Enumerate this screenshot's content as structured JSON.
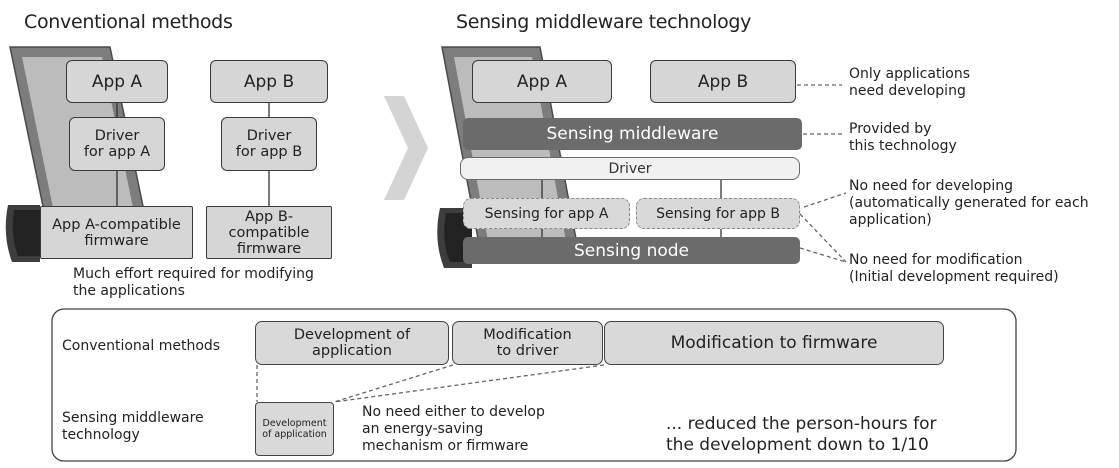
{
  "left_panel": {
    "title": "Conventional methods",
    "app_a": "App A",
    "app_b": "App B",
    "driver_a_line1": "Driver",
    "driver_a_line2": "for app A",
    "driver_b_line1": "Driver",
    "driver_b_line2": "for app B",
    "firmware_a_line1": "App A-compatible",
    "firmware_a_line2": "firmware",
    "firmware_b_line1": "App B-compatible",
    "firmware_b_line2": "firmware",
    "caption_line1": "Much effort required for modifying",
    "caption_line2": "the applications"
  },
  "right_panel": {
    "title": "Sensing middleware technology",
    "app_a": "App A",
    "app_b": "App B",
    "middleware": "Sensing middleware",
    "driver": "Driver",
    "sensing_a": "Sensing for app A",
    "sensing_b": "Sensing for app B",
    "node": "Sensing node"
  },
  "annotations": {
    "apps_line1": "Only applications",
    "apps_line2": "need developing",
    "middleware_line1": "Provided by",
    "middleware_line2": "this technology",
    "sensing_line1": "No need for developing",
    "sensing_line2": "(automatically generated for each",
    "sensing_line3": "application)",
    "node_line1": "No need for modification",
    "node_line2": "(Initial development required)"
  },
  "timeline": {
    "row1_label": "Conventional methods",
    "row2_label_line1": "Sensing middleware",
    "row2_label_line2": "technology",
    "dev_app_line1": "Development of",
    "dev_app_line2": "application",
    "mod_driver_line1": "Modification",
    "mod_driver_line2": "to driver",
    "mod_firmware": "Modification to firmware",
    "small_dev_line1": "Development",
    "small_dev_line2": "of application",
    "no_need_line1": "No need either to develop",
    "no_need_line2": "an energy-saving",
    "no_need_line3": "mechanism or firmware",
    "reduced_line1": "... reduced the person-hours for",
    "reduced_line2": "the development down to 1/10"
  },
  "colors": {
    "box_fill": "#d6d6d6",
    "dark_fill": "#6b6b6b",
    "outline": "#3a3a3a",
    "arrow": "#d4d4d4"
  },
  "icons": [
    "tablet-icon",
    "smartwatch-icon",
    "right-arrow-icon"
  ]
}
